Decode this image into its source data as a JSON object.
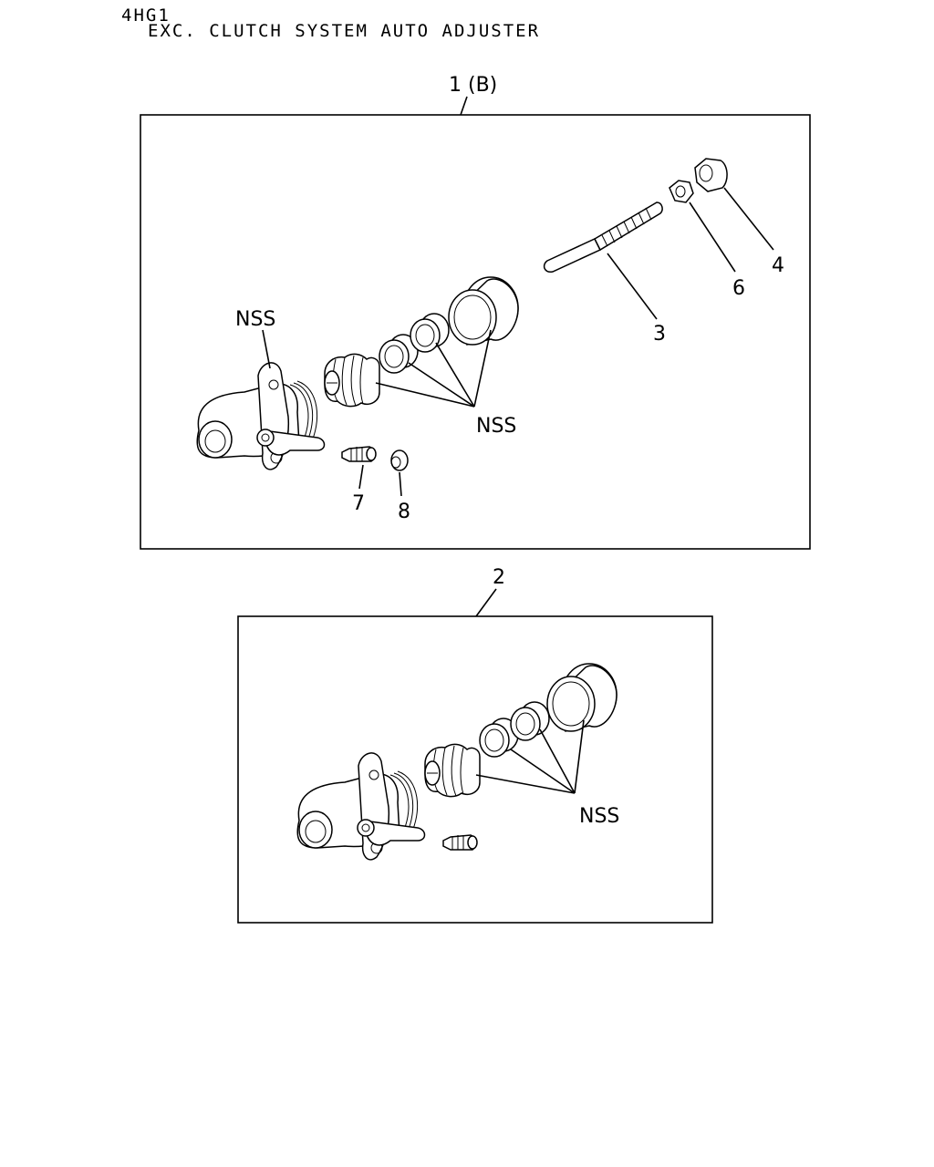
{
  "header": {
    "model": "4HG1",
    "title": "EXC. CLUTCH SYSTEM AUTO ADJUSTER"
  },
  "assembly_1": {
    "label": "1 (B)",
    "callouts": {
      "nss_top": "NSS",
      "nss_kit": "NSS",
      "pushrod": "3",
      "nut_cap": "4",
      "nut": "6",
      "bleeder": "7",
      "cap": "8"
    }
  },
  "assembly_2": {
    "label": "2",
    "callouts": {
      "nss_kit": "NSS"
    }
  }
}
